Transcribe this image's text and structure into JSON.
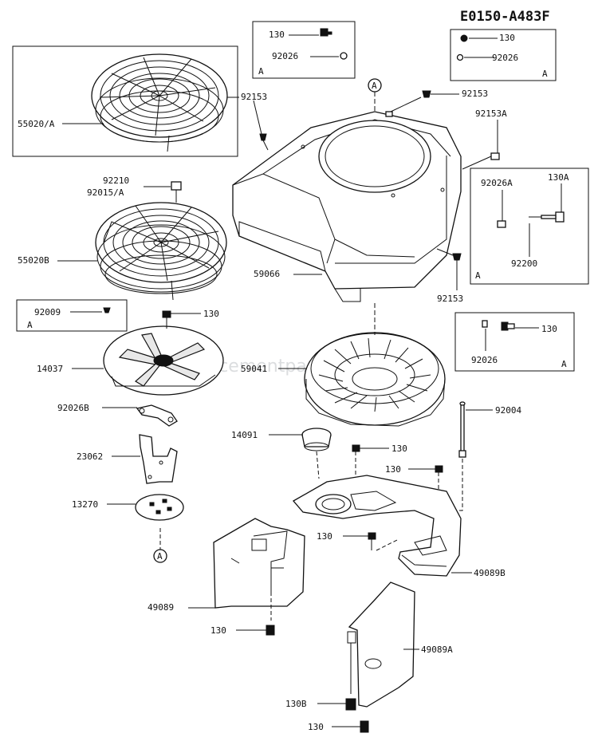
{
  "diagram_code": "E0150-A483F",
  "watermark": "ereplacementparts.com",
  "ref_marker": "A",
  "labels": {
    "p55020a": "55020/A",
    "p92153_top": "92153",
    "p92210": "92210",
    "p92015a": "92015/A",
    "p55020b": "55020B",
    "p59066": "59066",
    "p92153_right1": "92153",
    "p92153a": "92153A",
    "p92153_right2": "92153",
    "p92026a": "92026A",
    "p130a": "130A",
    "p92200": "92200",
    "p92009": "92009",
    "p130_fan": "130",
    "p14037": "14037",
    "p59041": "59041",
    "p92026b": "92026B",
    "p23062": "23062",
    "p13270": "13270",
    "p14091": "14091",
    "p130_mid": "130",
    "p130_mid2": "130",
    "p92004": "92004",
    "p130_lower": "130",
    "p49089b": "49089B",
    "p49089": "49089",
    "p130_bottom": "130",
    "p49089a": "49089A",
    "p130b": "130B",
    "p130_last": "130",
    "inset1_130": "130",
    "inset1_92026": "92026",
    "inset2_130": "130",
    "inset2_92026": "92026",
    "inset4_130": "130",
    "inset4_92026": "92026"
  }
}
